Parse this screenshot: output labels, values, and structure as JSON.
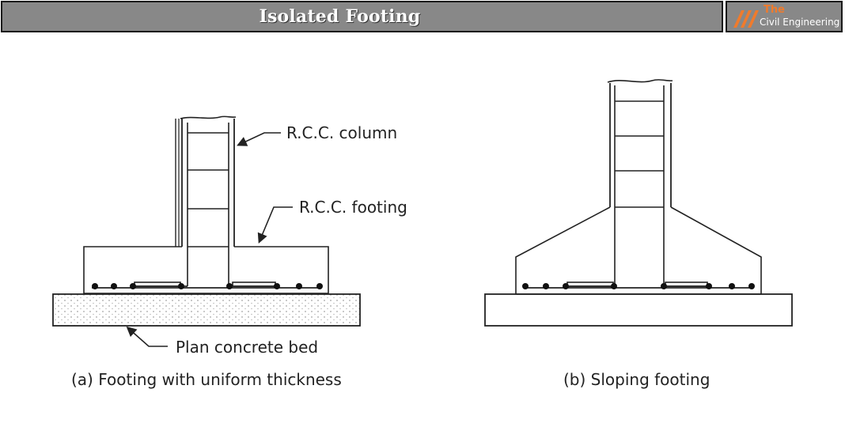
{
  "header": {
    "title": "Isolated Footing"
  },
  "logo": {
    "line1": "The",
    "line2": "Civil Engineering",
    "accent_color": "#f07b2c"
  },
  "figure_a": {
    "label_column": "R.C.C. column",
    "label_footing": "R.C.C. footing",
    "label_bed": "Plan concrete bed",
    "caption": "(a) Footing with uniform thickness"
  },
  "figure_b": {
    "caption": "(b) Sloping footing"
  }
}
